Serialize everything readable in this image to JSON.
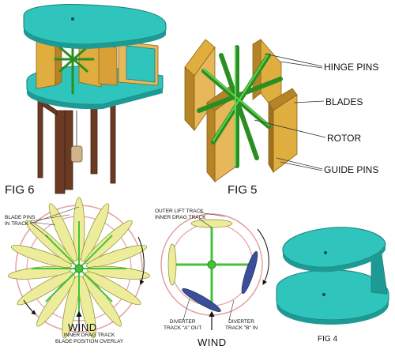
{
  "figures": {
    "fig6": {
      "label": "FIG 6"
    },
    "fig5": {
      "label": "FIG 5",
      "callouts": [
        "HINGE PINS",
        "BLADES",
        "ROTOR",
        "GUIDE PINS"
      ]
    },
    "fig4": {
      "label": "FIG 4"
    },
    "fig_left_bottom": {
      "blade_pins_label": "BLADE PINS\nIN TRACK",
      "wind_label": "WIND",
      "caption": "INNER DRAG TRACK\nBLADE POSITION OVERLAY"
    },
    "fig_mid_bottom": {
      "outer_track_label": "OUTER LIFT TRACK",
      "inner_track_label": "INNER DRAG TRACK",
      "diverter_a_label": "DIVERTER\nTRACK \"A\" OUT",
      "diverter_b_label": "DIVERTER\nTRACK \"B\" IN",
      "wind_label": "WIND"
    }
  },
  "colors": {
    "turquoise": "#2fc4bc",
    "turquoise_dark": "#1e9a94",
    "wood": "#e0ad3f",
    "wood_dark": "#b58426",
    "green": "#45c23a",
    "green_dark": "#2a8f22",
    "leg_brown": "#6b3a22",
    "blade_yellow": "#ecec9a",
    "blade_blue": "#3a4f9a",
    "track_pink": "#e6a0a0"
  }
}
